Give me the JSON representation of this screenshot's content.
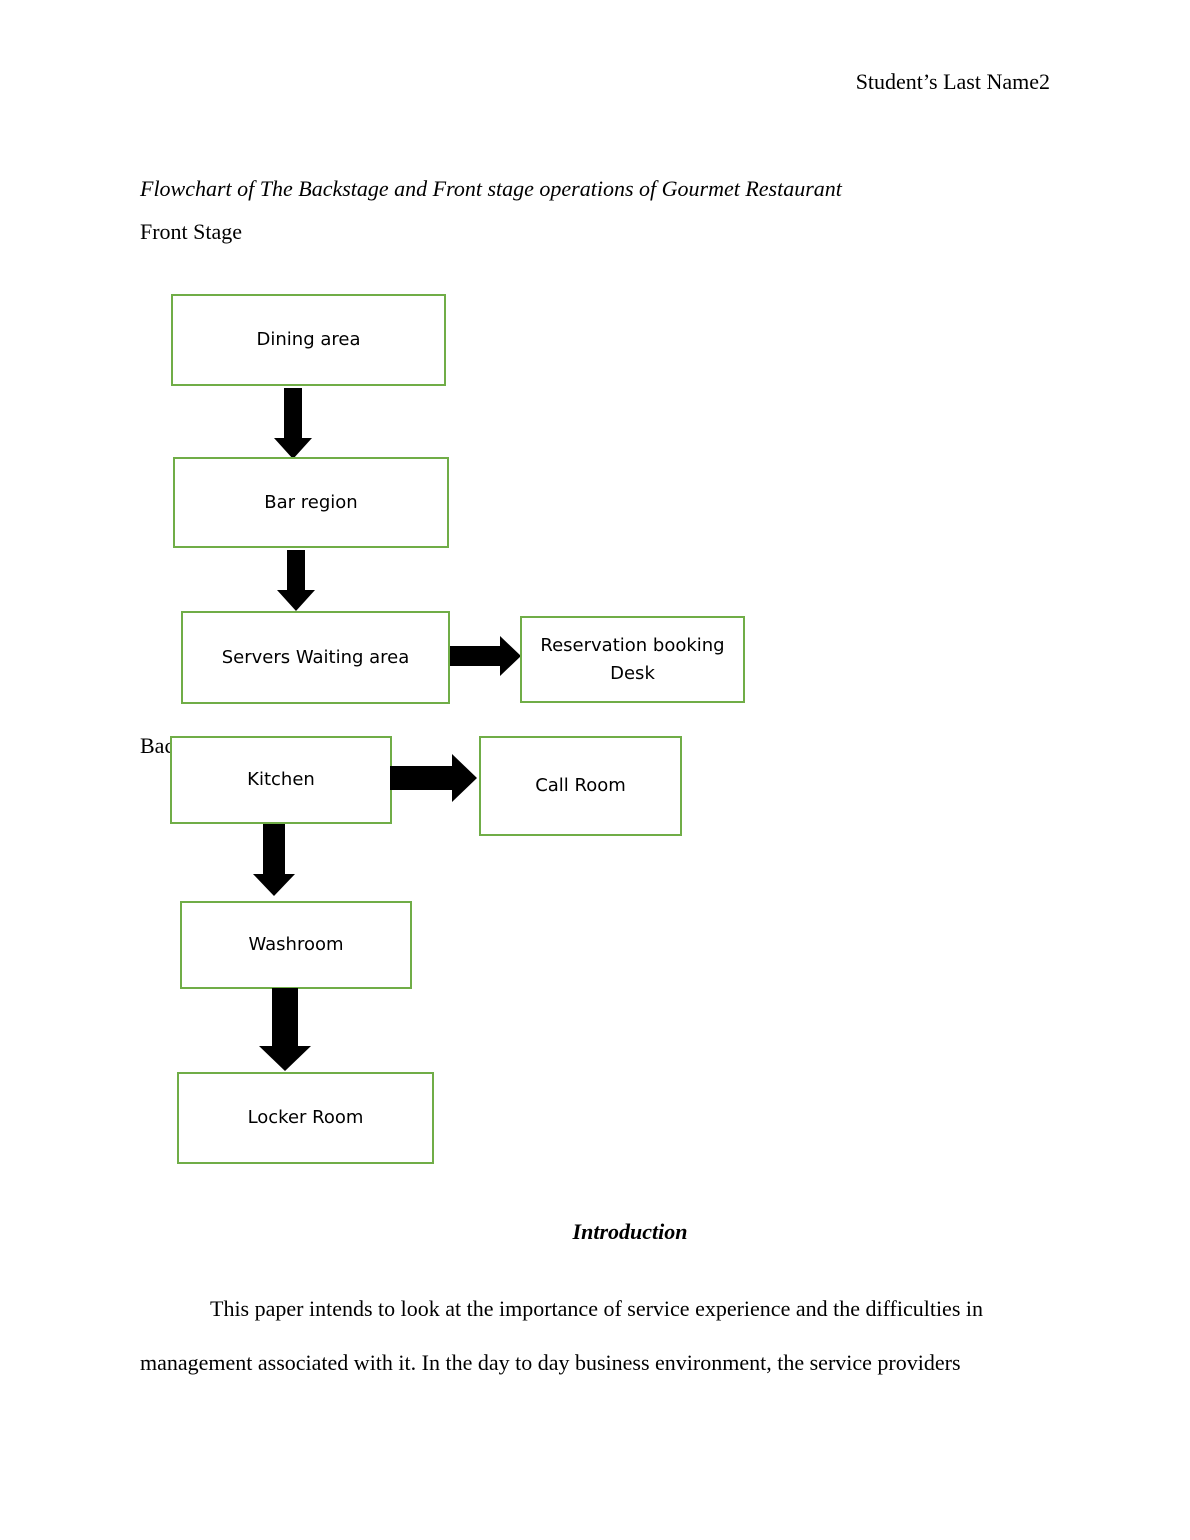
{
  "header": {
    "running_head": "Student’s Last Name2"
  },
  "figure": {
    "caption": "Flowchart of The Backstage and Front stage operations of Gourmet Restaurant"
  },
  "front_stage": {
    "label": "Front Stage",
    "boxes": {
      "dining": "Dining area",
      "bar": "Bar region",
      "servers": "Servers Waiting area",
      "reservation": "Reservation booking Desk"
    }
  },
  "back_stage": {
    "label": "Back Stage",
    "boxes": {
      "kitchen": "Kitchen",
      "call_room": "Call Room",
      "washroom": "Washroom",
      "locker": "Locker Room"
    }
  },
  "introduction": {
    "heading": "Introduction",
    "paragraph": "This paper intends to look at the importance of service experience and the difficulties in management associated with it. In the day to day business environment, the service providers"
  },
  "colors": {
    "box_border": "#70ad47",
    "arrow_fill": "#000000"
  }
}
